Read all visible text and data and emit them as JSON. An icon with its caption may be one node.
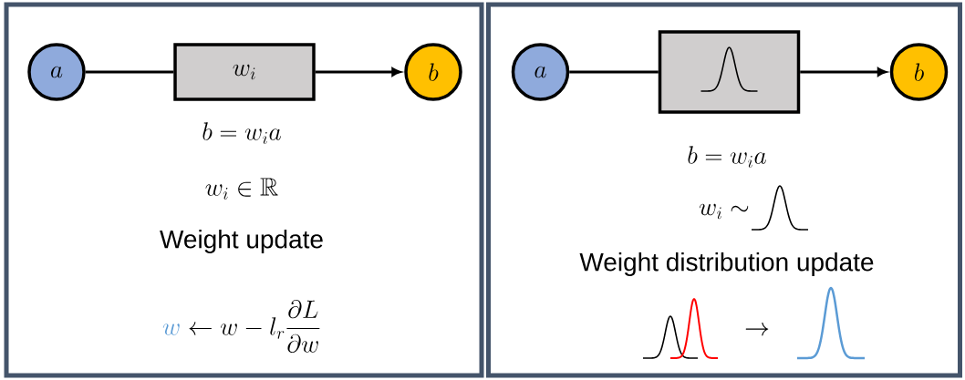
{
  "diagram": {
    "nodes": [
      {
        "text": [],
        "shape": "box"
      },
      {
        "text": [
          "a"
        ],
        "in": 0
      },
      {
        "text": [
          "w_i"
        ],
        "in": 0
      },
      {
        "text": [
          "b"
        ],
        "in": 0
      },
      {
        "text": [],
        "shape": "box"
      },
      {
        "text": [
          "a"
        ],
        "in": 4
      },
      {
        "text": [],
        "shape": "box",
        "in": 4
      },
      {
        "text": [
          "b"
        ],
        "in": 4
      }
    ],
    "edges": [
      {
        "from": 1,
        "to": 2,
        "arrow": "none"
      },
      {
        "from": 2,
        "to": 3,
        "arrow": "to"
      },
      {
        "from": 5,
        "to": 6,
        "arrow": "none"
      },
      {
        "from": 6,
        "to": 7,
        "arrow": "to"
      }
    ],
    "labels": [
      "b = w_i a",
      "w_i \\in \\mathbb{R}",
      "Weight update",
      "{\\color[HTML]{5B9BD5}w} \\leftarrow w - l_r \\frac{\\partial L}{\\partial w}",
      "b = w_i a",
      "w_i \\sim",
      "Weight distribution update",
      "\\rightarrow"
    ]
  }
}
